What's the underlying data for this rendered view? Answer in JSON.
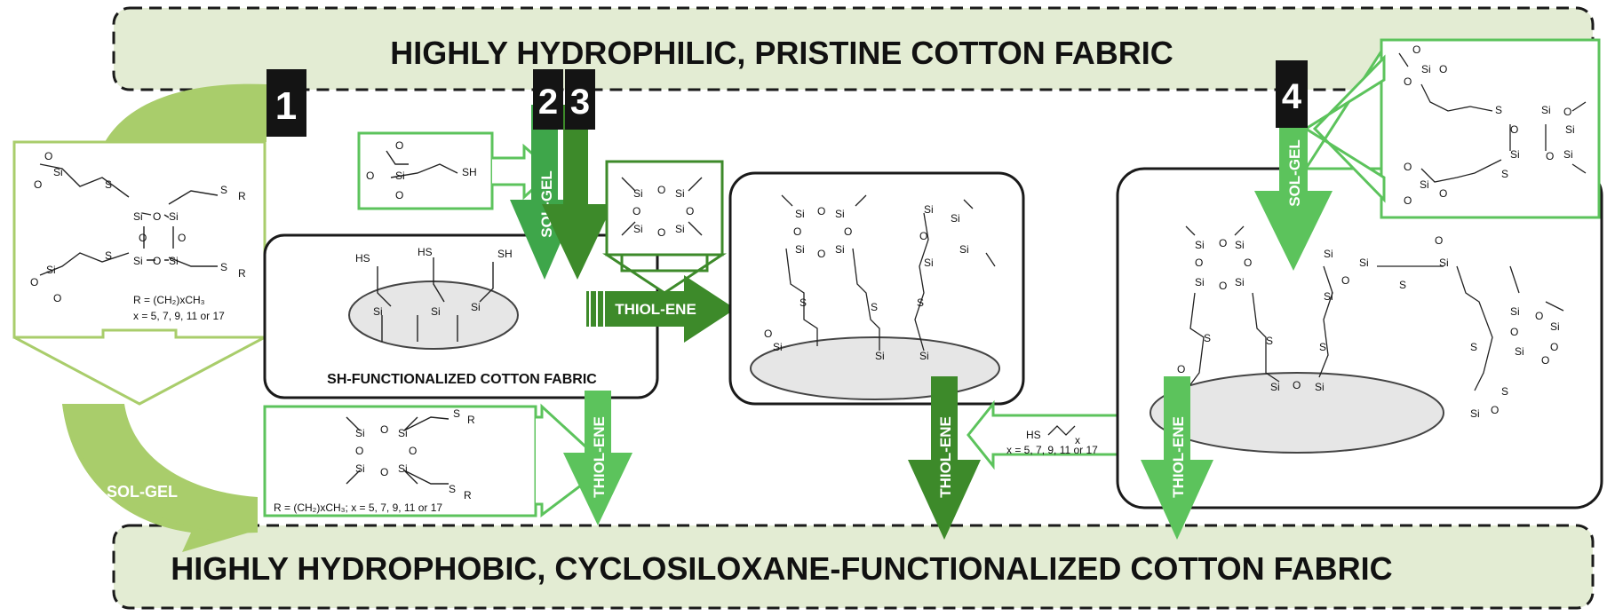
{
  "banners": {
    "top": "HIGHLY HYDROPHILIC, PRISTINE COTTON FABRIC",
    "bottom": "HIGHLY HYDROPHOBIC, CYCLOSILOXANE-FUNCTIONALIZED COTTON FABRIC"
  },
  "routes": {
    "r1": "1",
    "r2": "2",
    "r3": "3",
    "r4": "4"
  },
  "steps": {
    "solgel": "SOL-GEL",
    "thiolene": "THIOL-ENE"
  },
  "fabric": {
    "sh_label": "SH-FUNCTIONALIZED COTTON FABRIC"
  },
  "chem": {
    "si": "Si",
    "o": "O",
    "s": "S",
    "r": "R",
    "sh": "SH",
    "hs": "HS",
    "x_sub": "x",
    "r_def": "R = (CH₂)xCH₃",
    "x_def": "x = 5, 7, 9, 11 or 17",
    "r_def_full": "R = (CH₂)xCH₃; x = 5, 7, 9, 11 or 17"
  },
  "colors": {
    "pale_green": "#a9cd6b",
    "light_green": "#5cc35c",
    "mid_green": "#3ea64a",
    "dark_green": "#3d8a2a",
    "banner_fill": "#e3ecd3",
    "badge": "#141414"
  }
}
